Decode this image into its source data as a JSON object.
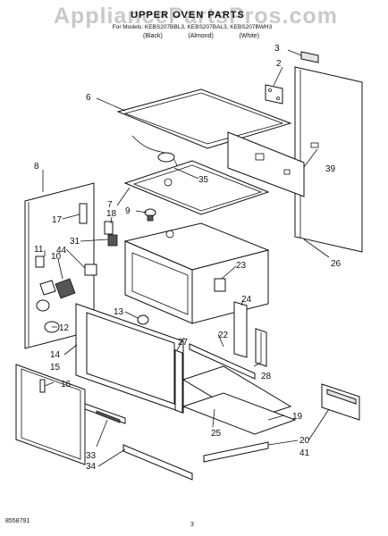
{
  "header": {
    "watermark": "AppliancePartsPros.com",
    "title": "UPPER OVEN PARTS",
    "models": "For Models: KEBS207BBL3, KEBS207BAL3, KEBS207BWH3",
    "color_black": "(Black)",
    "color_almond": "(Almond)",
    "color_white": "(White)"
  },
  "footer": {
    "doc_number": "8558791",
    "page_number": "3"
  },
  "callouts": [
    "3",
    "2",
    "6",
    "39",
    "35",
    "8",
    "7",
    "18",
    "9",
    "17",
    "31",
    "44",
    "11",
    "10",
    "26",
    "23",
    "24",
    "13",
    "12",
    "22",
    "27",
    "14",
    "15",
    "28",
    "16",
    "25",
    "19",
    "33",
    "34",
    "20",
    "41"
  ]
}
